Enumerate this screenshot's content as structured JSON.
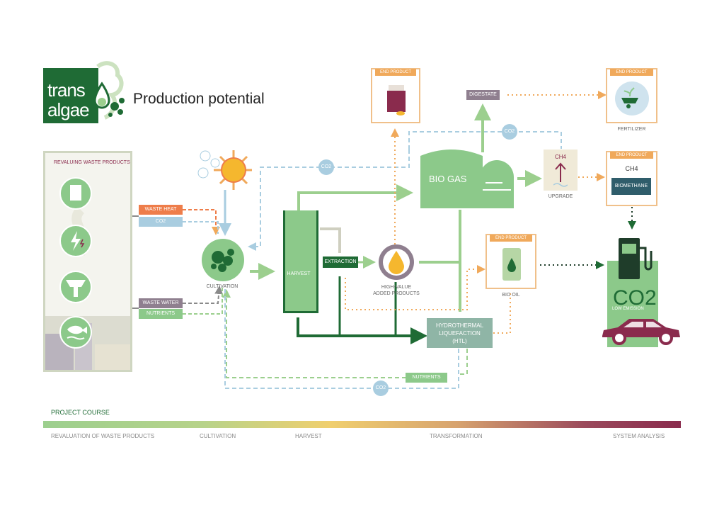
{
  "header": {
    "logo_line1": "trans",
    "logo_line2": "algae",
    "title": "Production potential"
  },
  "sources": {
    "panel_title": "REVALUING WASTE PRODUCTS",
    "icons": [
      "paper-icon",
      "lightning-icon",
      "factory-icon",
      "fish-icon"
    ],
    "tags": {
      "waste_heat": "WASTE HEAT",
      "co2": "CO2",
      "waste_water": "WASTE WATER",
      "nutrients": "NUTRIENTS"
    }
  },
  "process": {
    "cultivation": "CULTIVATION",
    "harvest": "HARVEST",
    "extraction": "EXTRACTION",
    "high_value": [
      "HIGH-VALUE",
      "ADDED PRODUCTS"
    ],
    "biogas": "BIO GAS",
    "digestate": "DIGESTATE",
    "upgrade": "UPGRADE",
    "ch4": "CH4",
    "htl": [
      "HYDROTHERMAL",
      "LIQUEFACTION",
      "(HTL)"
    ],
    "nutrients_return": "NUTRIENTS",
    "co2_bubble": "CO2"
  },
  "end_products": {
    "tag": "END PRODUCT",
    "fertilizer": "FERTILIZER",
    "biomethane": "BIOMETHANE",
    "biomethane_ch4": "CH4",
    "bio_oil": "BIO OIL"
  },
  "emission": {
    "co2": "CO2",
    "low_emission": "LOW EMISSION"
  },
  "course": {
    "title": "PROJECT COURSE",
    "stages": [
      "REVALUATION OF WASTE PRODUCTS",
      "CULTIVATION",
      "HARVEST",
      "TRANSFORMATION",
      "SYSTEM ANALYSIS"
    ]
  },
  "colors": {
    "dark_green": "#1f6b35",
    "light_green": "#9ccf8e",
    "orange": "#ee7d4a",
    "light_blue": "#a9cde0",
    "grey_purple": "#8f7f8f",
    "accent_purple": "#8a2b4d"
  }
}
